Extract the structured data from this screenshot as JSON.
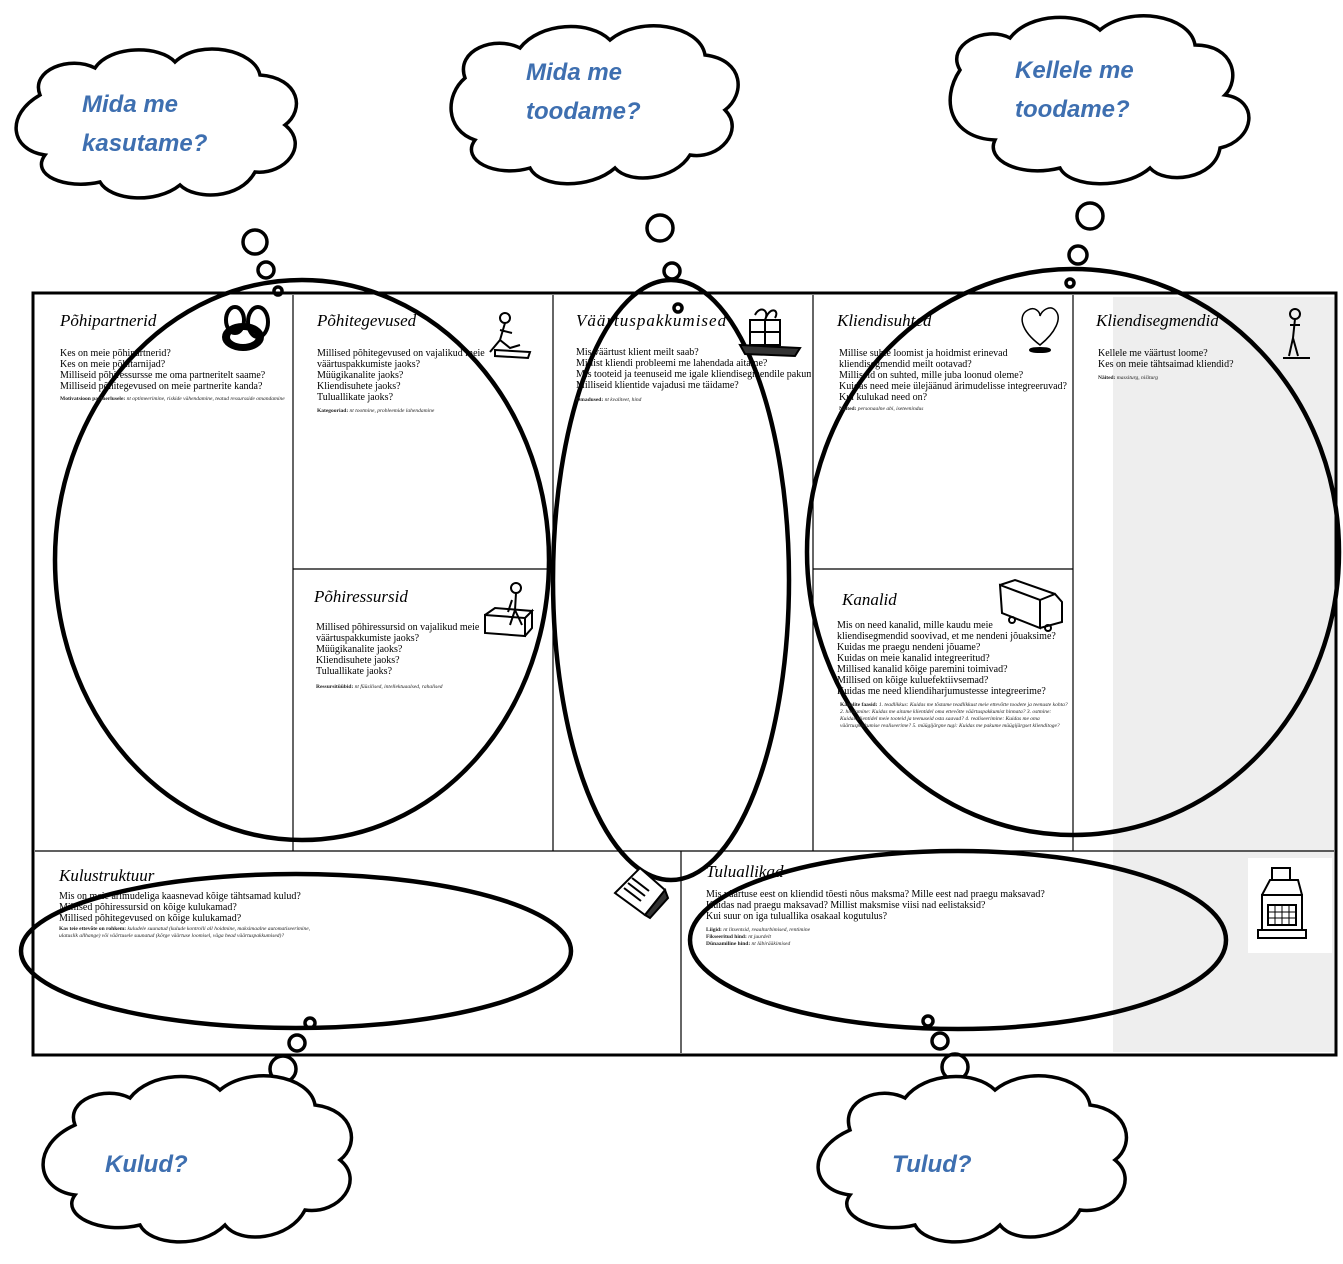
{
  "clouds": {
    "resources": [
      "Mida me",
      "kasutame?"
    ],
    "product": [
      "Mida me",
      "toodame?"
    ],
    "customers": [
      "Kellele me",
      "toodame?"
    ],
    "costs": [
      "Kulud?"
    ],
    "revenue": [
      "Tulud?"
    ]
  },
  "canvas": {
    "key_partners": {
      "title": "Põhipartnerid",
      "questions": [
        "Kes on meie põhipartnerid?",
        "Kes on meie põhitarnijad?",
        "Milliseid põhiressursse me oma partneritelt saame?",
        "Milliseid põhitegevused on meie partnerite kanda?"
      ],
      "note_label": "Motivatsioon partnerlusele:",
      "note_text": "nt optimeerimine, riskide vähendamine, teatud ressursside omandamine"
    },
    "key_activities": {
      "title": "Põhitegevused",
      "questions": [
        "Millised põhitegevused on vajalikud meie",
        "väärtuspakkumiste jaoks?",
        "Müügikanalite jaoks?",
        "Kliendisuhete jaoks?",
        "Tuluallikate jaoks?"
      ],
      "note_label": "Kategooriad:",
      "note_text": "nt tootmine, probleemide lahendamine"
    },
    "key_resources": {
      "title": "Põhiressursid",
      "questions": [
        "Millised põhiressursid on vajalikud meie",
        "väärtuspakkumiste jaoks?",
        "Müügikanalite jaoks?",
        "Kliendisuhete jaoks?",
        "Tuluallikate jaoks?"
      ],
      "note_label": "Ressursitüübid:",
      "note_text": "nt füüsilised, intellektuaalsed, rahalised"
    },
    "value_propositions": {
      "title": "Väärtuspakkumised",
      "questions": [
        "Mis väärtust klient meilt saab?",
        "Millist kliendi probleemi me lahendada aitame?",
        "Mis tooteid ja teenuseid me igale kliendisegmendile pakume?",
        "Milliseid klientide vajadusi me täidame?"
      ],
      "note_label": "Omadused:",
      "note_text": "nt kvaliteet, hind"
    },
    "customer_relationships": {
      "title": "Kliendisuhted",
      "questions": [
        "Millise suhte loomist ja hoidmist erinevad",
        "kliendisegmendid meilt ootavad?",
        "Milliseid on suhted, mille juba loonud oleme?",
        "Kuidas need meie ülejäänud ärimudelisse integreeruvad?",
        "Kui kulukad need on?"
      ],
      "note_label": "Näited:",
      "note_text": "personaalne abi, iseteenindus"
    },
    "channels": {
      "title": "Kanalid",
      "questions": [
        "Mis on need kanalid, mille kaudu meie",
        "kliendisegmendid soovivad, et me nendeni jõuaksime?",
        "Kuidas me praegu nendeni jõuame?",
        "Kuidas on meie kanalid integreeritud?",
        "Millised kanalid kõige paremini toimivad?",
        "Millised on kõige kuluefektiivsemad?",
        "Kuidas me need kliendiharjumustesse integreerime?"
      ],
      "note_label": "Kanalite faasid:",
      "note_text": "1. teadlikkus: Kuidas me tõstame teadlikkust meie ettevõtte toodete ja teenuste kohta? 2. hindamine: Kuidas me aitame klientidel oma ettevõtte väärtuspakkumist hinnata? 3. ostmine: Kuidas klientidel meie tooteid ja teenuseid osta saavad? 4. realiseerimine: Kuidas me oma väärtuspakkumise realiseerime? 5. müügijärgne tugi: Kuidas me pakume müügijärgset klienditoge?"
    },
    "customer_segments": {
      "title": "Kliendisegmendid",
      "questions": [
        "Kellele me väärtust loome?",
        "Kes on meie tähtsaimad kliendid?"
      ],
      "note_label": "Näited:",
      "note_text": "massiturg, nišiturg"
    },
    "cost_structure": {
      "title": "Kulustruktuur",
      "questions": [
        "Mis on meie ärimudeliga kaasnevad kõige tähtsamad kulud?",
        "Millised põhiressursid on kõige kulukamad?",
        "Millised põhitegevused on kõige kulukamad?"
      ],
      "note_label": "Kas teie ettevõte on rohkem:",
      "note_text": "kuludele suunatud (kulude kontrolli all hoidmine, maksimaalne automatiseerimine, ulatuslik allhange) või väärtusele suunatud (kõrge väärtuse loomisel, väga head väärtuspakkumised)?"
    },
    "revenue_streams": {
      "title": "Tuluallikad",
      "questions": [
        "Mis väärtuse eest on kliendid tõesti nõus maksma? Mille eest nad praegu maksavad?",
        "Kuidas nad praegu maksavad? Millist maksmise viisi nad eelistaksid?",
        "Kui suur on iga tuluallika osakaal kogutulus?"
      ],
      "notes": [
        {
          "label": "Liigid:",
          "text": "nt litsentsid, reaaltarbimised, rentimine"
        },
        {
          "label": "Fikseeritud hind:",
          "text": "nt juurdelt"
        },
        {
          "label": "Dünaamiline hind:",
          "text": "nt läbirääkimised"
        }
      ]
    }
  },
  "icons": [
    "rings-icon",
    "worker-icon",
    "gift-icon",
    "heart-icon",
    "person-icon",
    "worker-box-icon",
    "truck-icon",
    "receipt-icon",
    "cash-register-icon"
  ],
  "colors": {
    "cloud_text": "#3e6fb0",
    "frame": "#000000",
    "segment_shade": "#eeeeee"
  }
}
